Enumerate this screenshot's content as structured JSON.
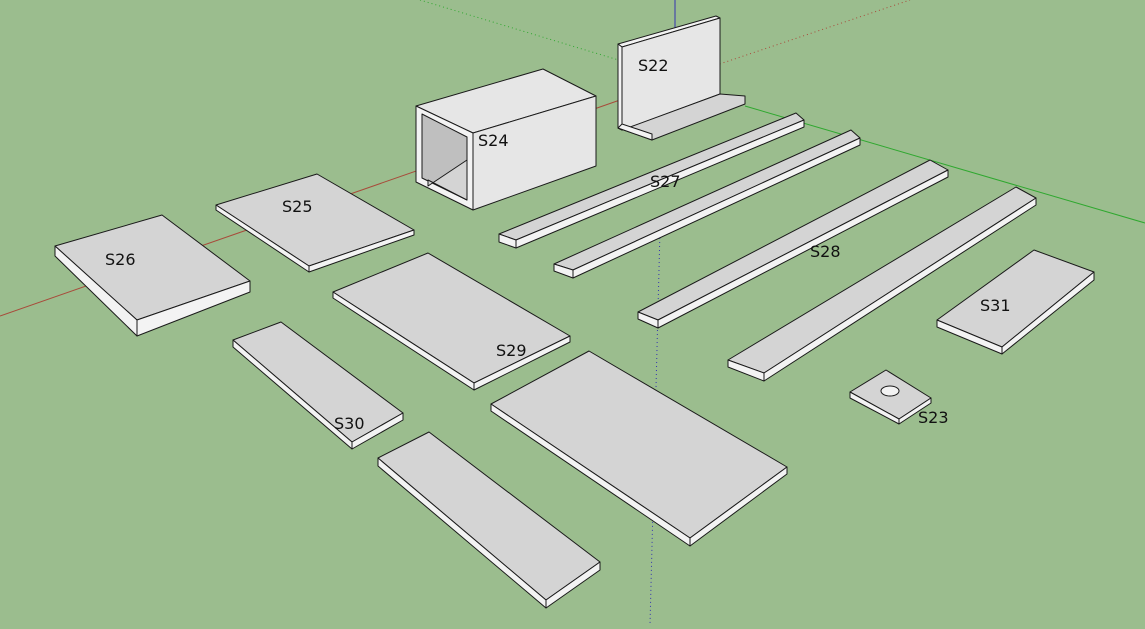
{
  "scene": {
    "background_color": "#9bbd8e",
    "axis_colors": {
      "red": "#a84a3a",
      "green": "#3aa83a",
      "blue": "#3a3ab0"
    },
    "parts": [
      {
        "id": "s22",
        "label": "S22"
      },
      {
        "id": "s23",
        "label": "S23"
      },
      {
        "id": "s24",
        "label": "S24"
      },
      {
        "id": "s25",
        "label": "S25"
      },
      {
        "id": "s26",
        "label": "S26"
      },
      {
        "id": "s27",
        "label": "S27"
      },
      {
        "id": "s28",
        "label": "S28"
      },
      {
        "id": "s29",
        "label": "S29"
      },
      {
        "id": "s30",
        "label": "S30"
      },
      {
        "id": "s31",
        "label": "S31"
      }
    ]
  }
}
